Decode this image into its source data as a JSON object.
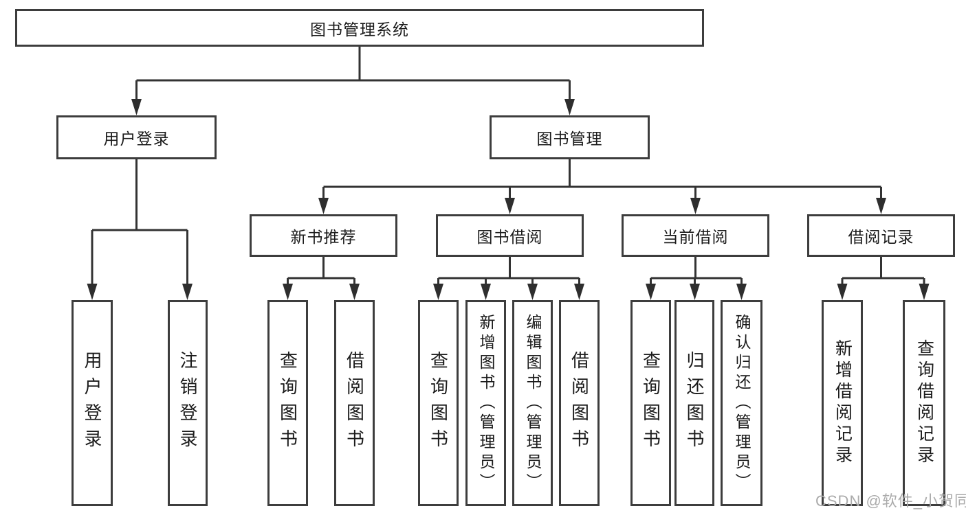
{
  "diagram": {
    "root": {
      "label": "图书管理系统"
    },
    "level2": {
      "user_login": {
        "label": "用户登录",
        "children": [
          "用户登录",
          "注销登录"
        ]
      },
      "book_mgmt": {
        "label": "图书管理"
      }
    },
    "modules": [
      {
        "label": "新书推荐",
        "children": [
          "查询图书",
          "借阅图书"
        ]
      },
      {
        "label": "图书借阅",
        "children": [
          "查询图书",
          "新增图书（管理员）",
          "编辑图书（管理员）",
          "借阅图书"
        ]
      },
      {
        "label": "当前借阅",
        "children": [
          "查询图书",
          "归还图书",
          "确认归还（管理员）"
        ]
      },
      {
        "label": "借阅记录",
        "children": [
          "新增借阅记录",
          "查询借阅记录"
        ]
      }
    ],
    "watermark": "CSDN @软件_小贺同学",
    "colors": {
      "border": "#3d3d3d",
      "line": "#333333",
      "arrow": "#2e2e2e",
      "text": "#1b1b1b",
      "watermark": "#ababab",
      "background": "#ffffff"
    }
  }
}
